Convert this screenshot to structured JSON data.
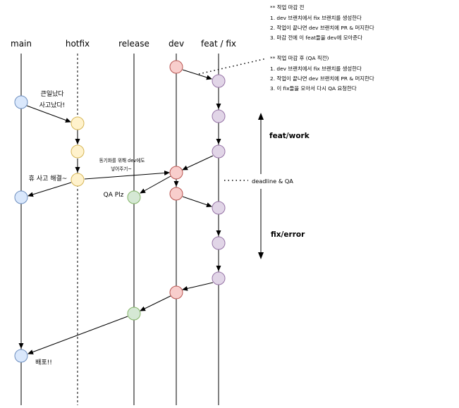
{
  "lanes": {
    "main": "main",
    "hotfix": "hotfix",
    "release": "release",
    "dev": "dev",
    "feat": "feat / fix"
  },
  "notes": {
    "before_title": "** 작업 마감 전",
    "before_1": "1. dev 브랜치에서 fix 브랜치를 생성한다",
    "before_2": "2. 작업이 끝나면 dev 브랜치에 PR & 머지한다",
    "before_3": "3. 마감 전에 이 feat들을 dev에 모아준다",
    "after_title": "** 작업 마감 후 (QA 직전)",
    "after_1": "1. dev 브랜치에서 fix 브랜치를 생성한다",
    "after_2": "2. 작업이 끝나면 dev 브랜치에 PR & 머지한다",
    "after_3": "3. 이 fix들을 모아서 다시 QA 요청한다"
  },
  "annotations": {
    "big_trouble_1": "큰일났다",
    "big_trouble_2": "사고났다!",
    "sync_1": "동기화를 위해 dev에도",
    "sync_2": "넣어주기~",
    "resolved": "휴 사고 해결~",
    "qa_plz": "QA Plz",
    "deadline": "deadline & QA",
    "feat_work": "feat/work",
    "fix_error": "fix/error",
    "deploy": "배포!!"
  },
  "colors": {
    "main_fill": "#dae8fc",
    "main_stroke": "#6c8ebf",
    "hotfix_fill": "#fff2cc",
    "hotfix_stroke": "#d6b656",
    "release_fill": "#d5e8d4",
    "release_stroke": "#82b366",
    "dev_fill": "#f8cecc",
    "dev_stroke": "#b85450",
    "feat_fill": "#e1d5e7",
    "feat_stroke": "#9673a6"
  }
}
